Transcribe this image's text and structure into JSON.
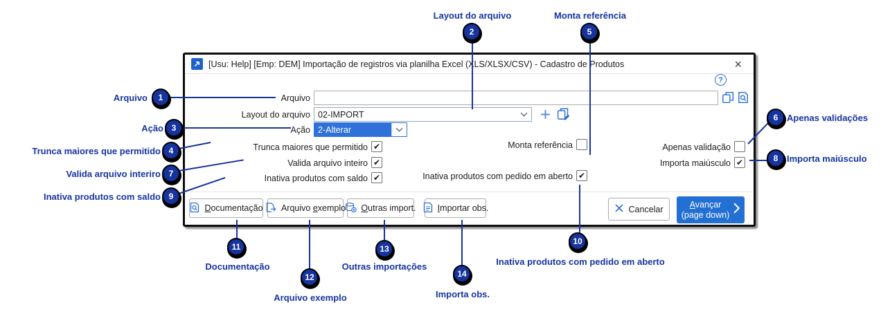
{
  "colors": {
    "annotation": "#16339e",
    "selection_blue": "#2e71d8",
    "primary_button": "#2370d4",
    "icon_blue": "#2b6fd4"
  },
  "icons": {
    "app": "arrow-up-right",
    "close": "×",
    "help": "?",
    "copy": "copy-pages",
    "preview": "doc-magnifier",
    "add": "plus",
    "copy_layout": "copy-edit",
    "dropdown": "chevron-down",
    "cancel_x": "x-mark",
    "next_chevron": "chevron-right"
  },
  "dialog": {
    "title": "[Usu: Help] [Emp: DEM] Importação de registros via planilha Excel (XLS/XLSX/CSV) - Cadastro de Produtos",
    "help_glyph": "?",
    "close_glyph": "×",
    "fields": {
      "arquivo_label": "Arquivo",
      "arquivo_value": "",
      "layout_label": "Layout do arquivo",
      "layout_value": "02-IMPORT",
      "acao_label": "Ação",
      "acao_value": "2-Alterar"
    },
    "checkboxes": {
      "trunca": {
        "label": "Trunca maiores que permitido",
        "mark": "✔"
      },
      "valida": {
        "label": "Valida arquivo inteiro",
        "mark": "✔"
      },
      "inativa_saldo": {
        "label": "Inativa produtos com saldo",
        "mark": "✔"
      },
      "monta": {
        "label": "Monta referência",
        "mark": ""
      },
      "inativa_pedido": {
        "label": "Inativa produtos com pedido em aberto",
        "mark": "✔"
      },
      "apenas": {
        "label": "Apenas validação",
        "mark": ""
      },
      "maiusculo": {
        "label": "Importa maiúsculo",
        "mark": "✔"
      }
    },
    "buttons": {
      "documentacao": {
        "pre": "",
        "key": "D",
        "post": "ocumentação"
      },
      "exemplo": {
        "pre": "Arquivo ",
        "key": "e",
        "post": "xemplo"
      },
      "outras": {
        "pre": "",
        "key": "O",
        "post": "utras import."
      },
      "obs": {
        "pre": "",
        "key": "I",
        "post": "mportar obs."
      },
      "cancelar": {
        "label": "Cancelar"
      },
      "avancar": {
        "key": "A",
        "post": "vançar",
        "line2": "(page down)"
      }
    }
  },
  "annotations": {
    "1": {
      "num": "1",
      "label": "Arquivo"
    },
    "2": {
      "num": "2",
      "label": "Layout do arquivo"
    },
    "3": {
      "num": "3",
      "label": "Ação"
    },
    "4": {
      "num": "4",
      "label": "Trunca maiores que permitido"
    },
    "5": {
      "num": "5",
      "label": "Monta referência"
    },
    "6": {
      "num": "6",
      "label": "Apenas validações"
    },
    "7": {
      "num": "7",
      "label": "Valida arquivo interiro"
    },
    "8": {
      "num": "8",
      "label": "Importa maiúsculo"
    },
    "9": {
      "num": "9",
      "label": "Inativa produtos com saldo"
    },
    "10": {
      "num": "10",
      "label": "Inativa produtos com pedido em aberto"
    },
    "11": {
      "num": "11",
      "label": "Documentação"
    },
    "12": {
      "num": "12",
      "label": "Arquivo exemplo"
    },
    "13": {
      "num": "13",
      "label": "Outras importações"
    },
    "14": {
      "num": "14",
      "label": "Importa obs."
    }
  }
}
